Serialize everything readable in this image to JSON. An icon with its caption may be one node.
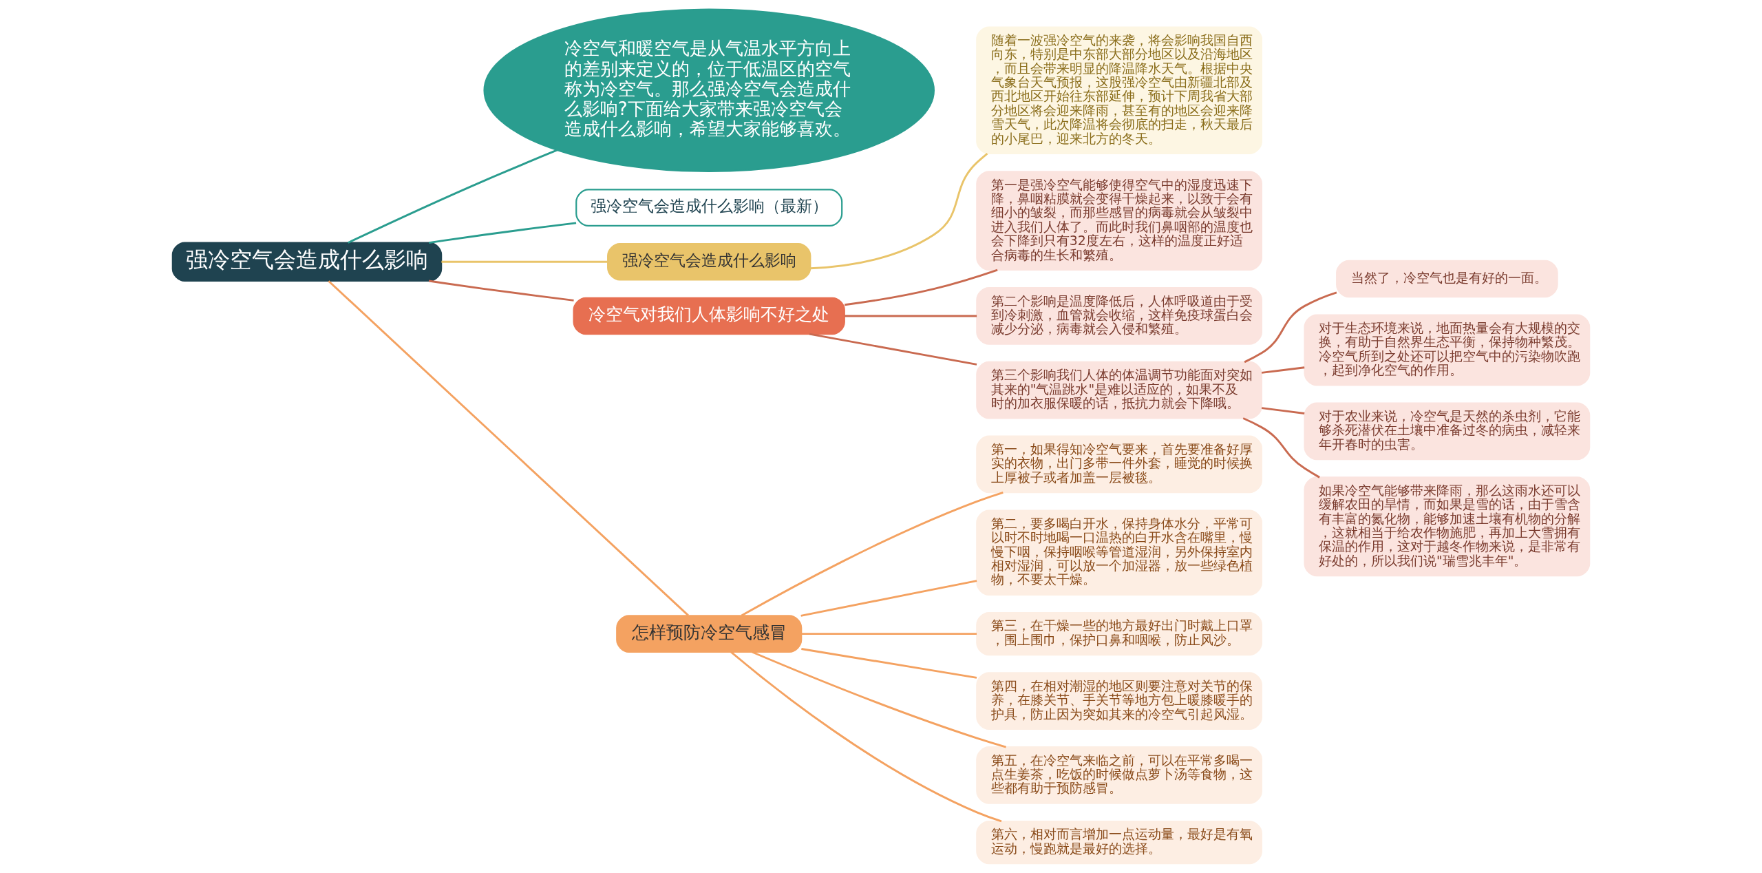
{
  "diagram": {
    "nodes": [
      {
        "text": [
          "强冷空气会造成什么影响"
        ]
      },
      {
        "text": [
          "冷空气和暖空气是从气温水平方向上的差别来定义的，位于低温区的空气称为冷空气。那么强冷空气会造成什么影响?下面给大家带来强冷空气会造成什么影响，希望大家能够喜欢。"
        ]
      },
      {
        "text": [
          "强冷空气会造成什么影响（最新）"
        ]
      },
      {
        "text": [
          "强冷空气会造成什么影响"
        ]
      },
      {
        "text": [
          "随着一波强冷空气的来袭，将会影响我国自西向东，特别是中东部大部分地区以及沿海地区，而且会带来明显的降温降水天气。根据中央气象台天气预报，这股强冷空气由新疆北部及西北地区开始往东部延伸，预计下周我省大部分地区将会迎来降雨，甚至有的地区会迎来降雪天气，此次降温将会彻底的扫走，秋天最后的小尾巴，迎来北方的冬天。"
        ]
      },
      {
        "text": [
          "冷空气对我们人体影响不好之处"
        ]
      },
      {
        "text": [
          "第一是强冷空气能够使得空气中的湿度迅速下降，鼻咽粘膜就会变得干燥起来，以致于会有细小的皱裂，而那些感冒的病毒就会从皱裂中进入我们人体了。而此时我们鼻咽部的温度也会下降到只有32度左右，这样的温度正好适合病毒的生长和繁殖。"
        ]
      },
      {
        "text": [
          "第二个影响是温度降低后，人体呼吸道由于受到冷刺激，血管就会收缩，这样免疫球蛋白会减少分泌，病毒就会入侵和繁殖。"
        ]
      },
      {
        "text": [
          "第三个影响我们人体的体温调节功能面对突如其来的\"气温跳水\"是难以适应的，如果不及时的加衣服保暖的话，抵抗力就会下降哦。"
        ]
      },
      {
        "text": [
          "当然了，冷空气也是有好的一面。"
        ]
      },
      {
        "text": [
          "对于生态环境来说，地面热量会有大规模的交换，有助于自然界生态平衡，保持物种繁茂。冷空气所到之处还可以把空气中的污染物吹跑，起到净化空气的作用。"
        ]
      },
      {
        "text": [
          "对于农业来说，冷空气是天然的杀虫剂，它能够杀死潜伏在土壤中准备过冬的病虫，减轻来年开春时的虫害。"
        ]
      },
      {
        "text": [
          "如果冷空气能够带来降雨，那么这雨水还可以缓解农田的旱情，而如果是雪的话，由于雪含有丰富的氮化物，能够加速土壤有机物的分解，这就相当于给农作物施肥，再加上大雪拥有保温的作用，这对于越冬作物来说，是非常有好处的，所以我们说\"瑞雪兆丰年\"。"
        ]
      },
      {
        "text": [
          "怎样预防冷空气感冒"
        ]
      },
      {
        "text": [
          "第一，如果得知冷空气要来，首先要准备好厚实的衣物，出门多带一件外套，睡觉的时候换上厚被子或者加盖一层被毯。"
        ]
      },
      {
        "text": [
          "第二，要多喝白开水，保持身体水分，平常可以时不时地喝一口温热的白开水含在嘴里，慢慢下咽，保持咽喉等管道湿润，另外保持室内相对湿润，可以放一个加湿器，放一些绿色植物，不要太干燥。"
        ]
      },
      {
        "text": [
          "第三，在干燥一些的地方最好出门时戴上口罩，围上围巾，保护口鼻和咽喉，防止风沙。"
        ]
      },
      {
        "text": [
          "第四，在相对潮湿的地区则要注意对关节的保养，在膝关节、手关节等地方包上暖膝暖手的护具，防止因为突如其来的冷空气引起风湿。"
        ]
      },
      {
        "text": [
          "第五，在冷空气来临之前，可以在平常多喝一点生姜茶，吃饭的时候做点萝卜汤等食物，这些都有助于预防感冒。"
        ]
      },
      {
        "text": [
          "第六，相对而言增加一点运动量，最好是有氧运动，慢跑就是最好的选择。"
        ]
      }
    ],
    "edges": [
      {
        "from": 0,
        "to": 1,
        "arrow": "none",
        "color": "#2a9d8f"
      },
      {
        "from": 0,
        "to": 2,
        "arrow": "none",
        "color": "#2a9d8f"
      },
      {
        "from": 0,
        "to": 3,
        "arrow": "none",
        "color": "#e9c46a"
      },
      {
        "from": 3,
        "to": 4,
        "arrow": "none",
        "color": "#e9c46a"
      },
      {
        "from": 0,
        "to": 5,
        "arrow": "none"
      },
      {
        "from": 5,
        "to": 6,
        "arrow": "none"
      },
      {
        "from": 5,
        "to": 7,
        "arrow": "none"
      },
      {
        "from": 5,
        "to": 8,
        "arrow": "none"
      },
      {
        "from": 8,
        "to": 9,
        "arrow": "none"
      },
      {
        "from": 8,
        "to": 10,
        "arrow": "none"
      },
      {
        "from": 8,
        "to": 11,
        "arrow": "none"
      },
      {
        "from": 8,
        "to": 12,
        "arrow": "none"
      },
      {
        "from": 0,
        "to": 13,
        "arrow": "none",
        "color": "#f4a261"
      },
      {
        "from": 13,
        "to": 14,
        "arrow": "none",
        "color": "#f4a261"
      },
      {
        "from": 13,
        "to": 15,
        "arrow": "none",
        "color": "#f4a261"
      },
      {
        "from": 13,
        "to": 16,
        "arrow": "none",
        "color": "#f4a261"
      },
      {
        "from": 13,
        "to": 17,
        "arrow": "none",
        "color": "#f4a261"
      },
      {
        "from": 13,
        "to": 18,
        "arrow": "none",
        "color": "#f4a261"
      },
      {
        "from": 13,
        "to": 19,
        "arrow": "none",
        "color": "#f4a261"
      }
    ]
  }
}
